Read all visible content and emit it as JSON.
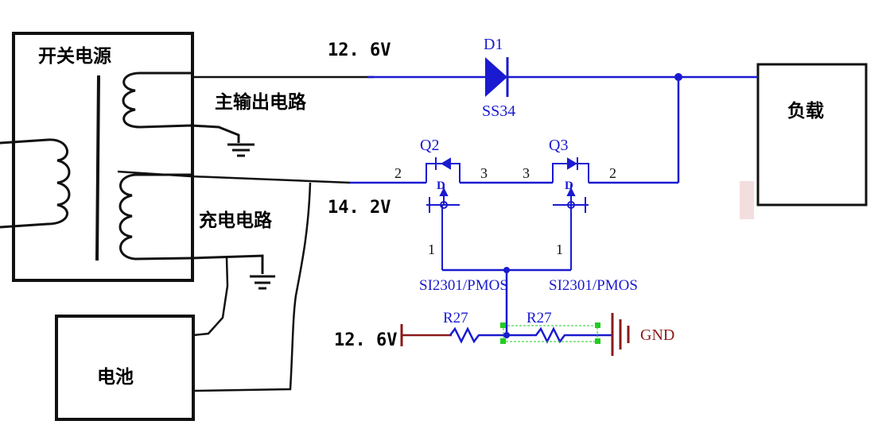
{
  "colors": {
    "ink": "#111111",
    "wire": "#1a1ad0",
    "power": "#8b1a1a",
    "select": "#22cc22"
  },
  "labels": {
    "switch_psu": "开关电源",
    "main_output": "主输出电路",
    "charge_circuit": "充电电路",
    "battery": "电池",
    "load": "负载",
    "v_top": "12. 6V",
    "v_mid": "14. 2V",
    "v_bottom": "12. 6V"
  },
  "schematic": {
    "diode_ref": "D1",
    "diode_part": "SS34",
    "q2_ref": "Q2",
    "q3_ref": "Q3",
    "q2_part": "SI2301/PMOS",
    "q3_part": "SI2301/PMOS",
    "q2_pin_left": "2",
    "q2_pin_right": "3",
    "q3_pin_left": "3",
    "q3_pin_right": "2",
    "q2_pin_gate": "1",
    "q3_pin_gate": "1",
    "r_left": "R27",
    "r_right": "R27",
    "gnd": "GND"
  }
}
